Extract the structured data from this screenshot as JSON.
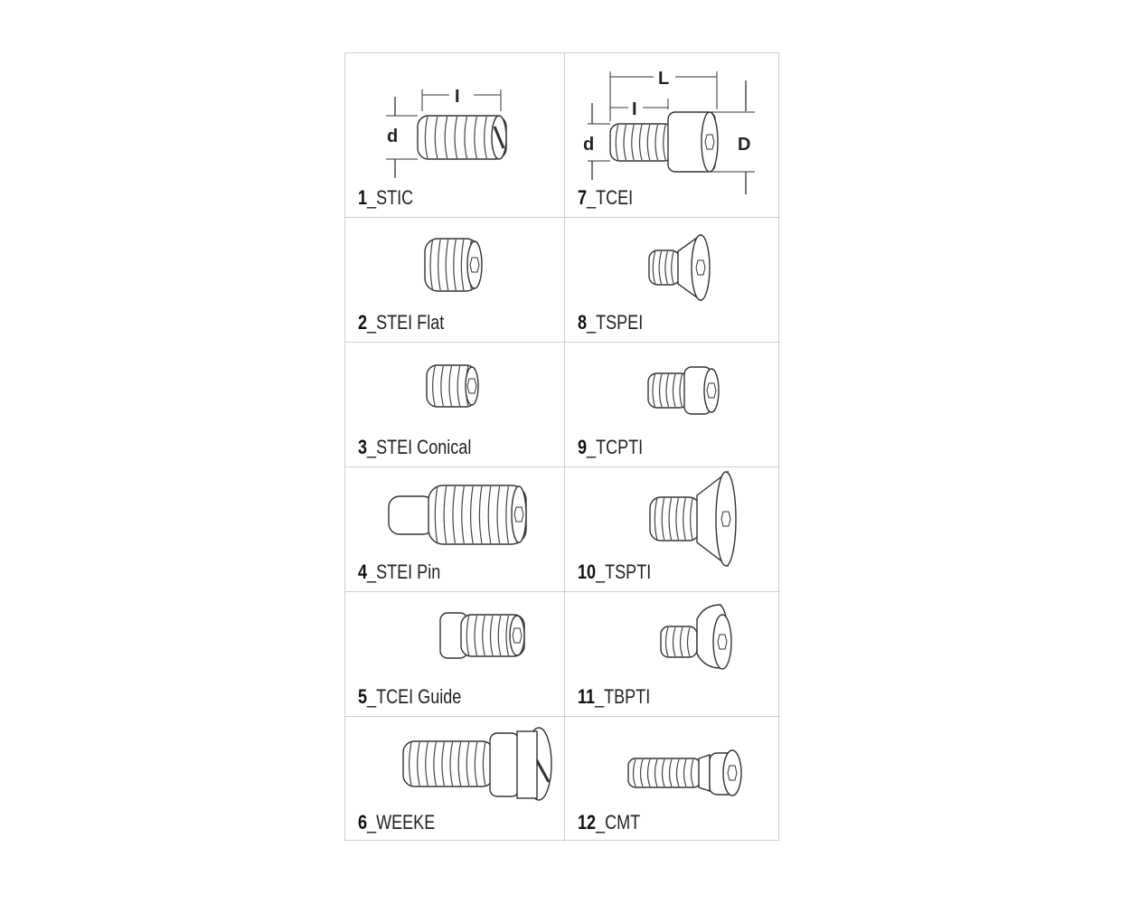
{
  "screws": [
    {
      "number": "1",
      "name": "_STIC",
      "drawing": "slotted-set-screw",
      "dims": {
        "length": "I",
        "diameter": "d"
      }
    },
    {
      "number": "7",
      "name": "_TCEI",
      "drawing": "socket-head-cap-screw",
      "dims": {
        "total_length": "L",
        "length": "I",
        "diameter": "d",
        "head_diameter": "D"
      }
    },
    {
      "number": "2",
      "name": "_STEI Flat",
      "drawing": "flat-set-screw"
    },
    {
      "number": "8",
      "name": "_TSPEI",
      "drawing": "flat-head-screw"
    },
    {
      "number": "3",
      "name": "_STEI Conical",
      "drawing": "conical-set-screw"
    },
    {
      "number": "9",
      "name": "_TCPTI",
      "drawing": "pan-head-screw"
    },
    {
      "number": "4",
      "name": "_STEI Pin",
      "drawing": "pin-set-screw"
    },
    {
      "number": "10",
      "name": "_TSPTI",
      "drawing": "countersunk-screw"
    },
    {
      "number": "5",
      "name": "_TCEI Guide",
      "drawing": "guide-screw"
    },
    {
      "number": "11",
      "name": "_TBPTI",
      "drawing": "button-head-screw"
    },
    {
      "number": "6",
      "name": "_WEEKE",
      "drawing": "weeke-screw"
    },
    {
      "number": "12",
      "name": "_CMT",
      "drawing": "flange-screw"
    }
  ]
}
